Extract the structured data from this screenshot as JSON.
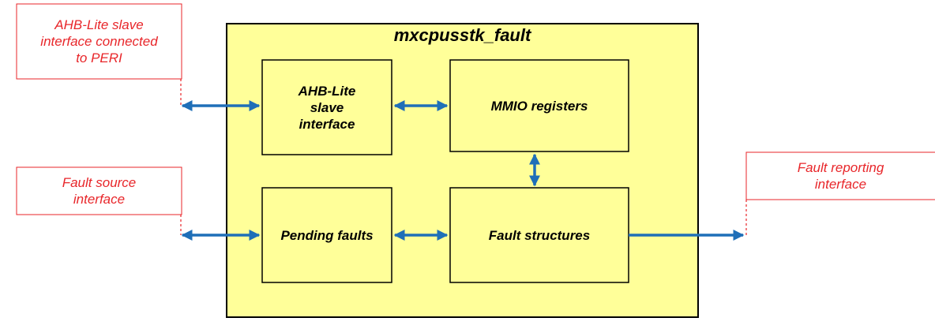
{
  "colors": {
    "block_fill": "#ffff99",
    "block_border": "#000000",
    "external_text": "#e8262a",
    "arrow": "#1f6fb8"
  },
  "main_block": {
    "title": "mxcpusstk_fault"
  },
  "blocks": {
    "ahb_slave": "AHB-Lite\nslave\ninterface",
    "mmio": "MMIO registers",
    "pending": "Pending faults",
    "fault_structures": "Fault structures"
  },
  "external": {
    "ahb_interface": "AHB-Lite slave\ninterface connected\nto PERI",
    "fault_source": "Fault source\ninterface",
    "fault_reporting": "Fault reporting\ninterface"
  }
}
